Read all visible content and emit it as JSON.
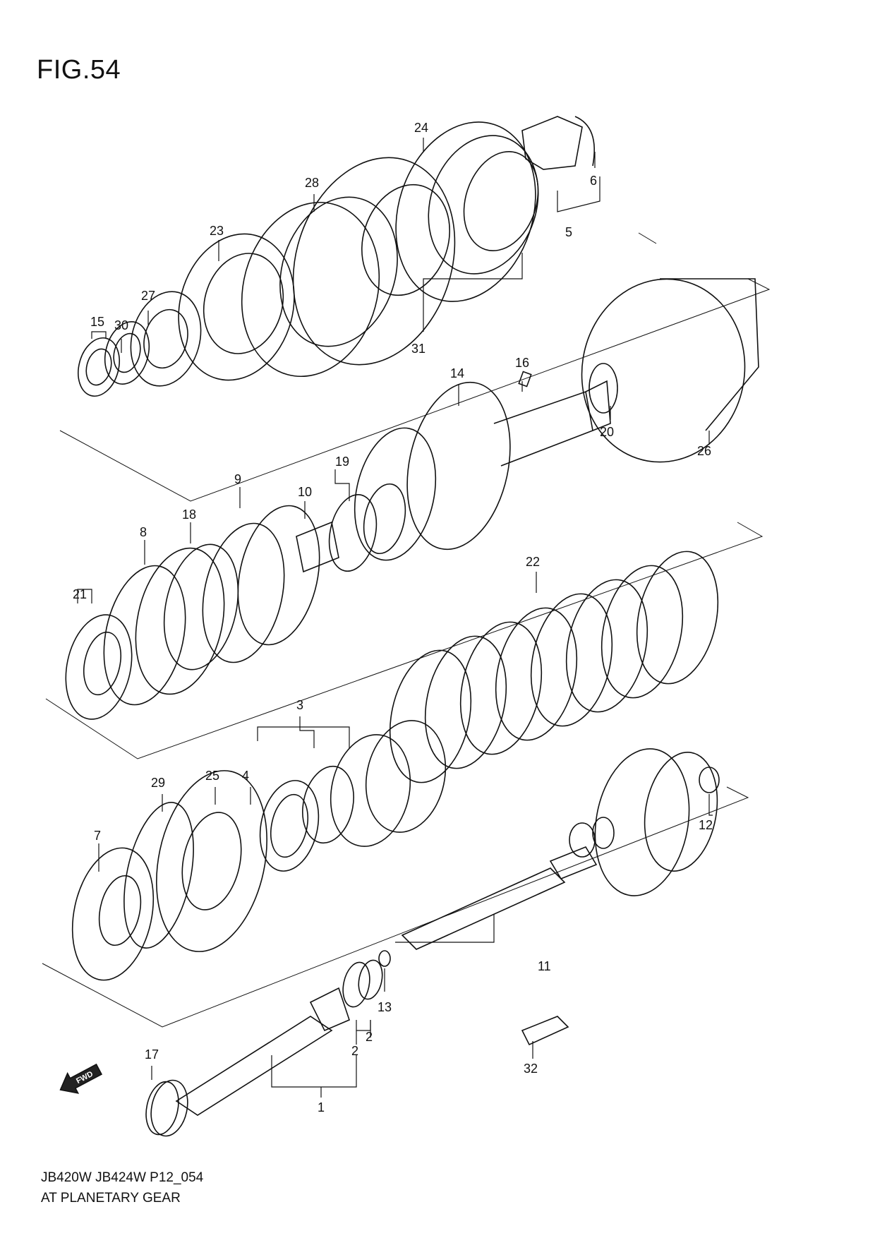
{
  "figure": {
    "title": "FIG.54",
    "footer_code": "JB420W JB424W P12_054",
    "footer_name": "AT PLANETARY GEAR",
    "fwd_label": "FWD"
  },
  "callouts": [
    "1",
    "2",
    "2",
    "3",
    "4",
    "5",
    "6",
    "7",
    "8",
    "9",
    "10",
    "11",
    "12",
    "13",
    "14",
    "15",
    "16",
    "17",
    "18",
    "19",
    "20",
    "21",
    "22",
    "23",
    "24",
    "25",
    "26",
    "27",
    "28",
    "29",
    "30",
    "31",
    "32"
  ],
  "icons": {
    "direction": "fwd-arrow-icon"
  }
}
